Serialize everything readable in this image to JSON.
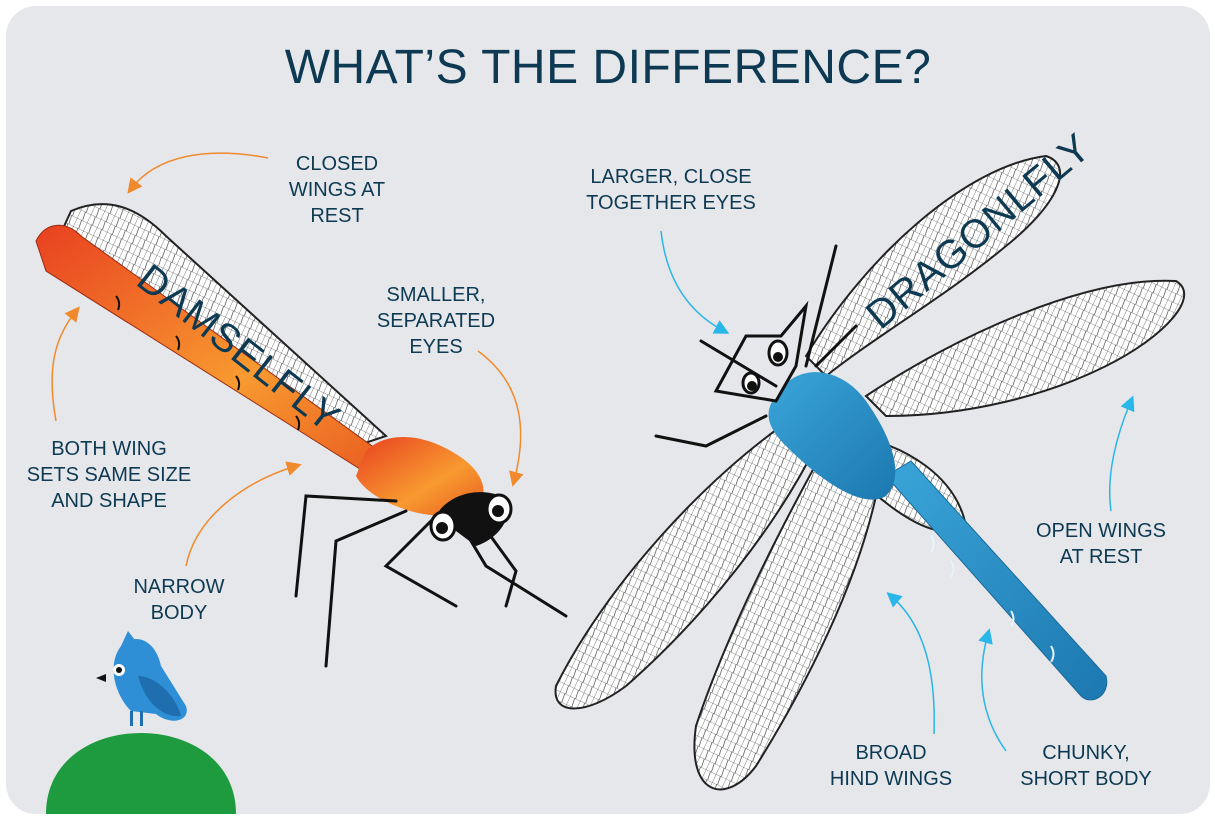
{
  "title": "WHAT’S THE DIFFERENCE?",
  "species": {
    "left": "DAMSELFLY",
    "right": "DRAGONLFLY"
  },
  "callouts": {
    "closed_wings": "CLOSED\nWINGS AT\nREST",
    "smaller_eyes": "SMALLER,\nSEPARATED\nEYES",
    "both_wings": "BOTH WING\nSETS SAME SIZE\nAND SHAPE",
    "narrow_body": "NARROW\nBODY",
    "larger_eyes": "LARGER, CLOSE\nTOGETHER EYES",
    "open_wings": "OPEN WINGS\nAT REST",
    "broad_wings": "BROAD\nHIND WINGS",
    "chunky_body": "CHUNKY,\nSHORT BODY"
  },
  "colors": {
    "background": "#e6e7eb",
    "text": "#0d3a52",
    "damselfly_arrow": "#f08a2c",
    "dragonfly_arrow": "#29b6e8",
    "dragonfly_body": "#2a8fc4",
    "damselfly_body": "#f07020",
    "hill": "#1e9a3f",
    "bird": "#2f8fd6"
  }
}
